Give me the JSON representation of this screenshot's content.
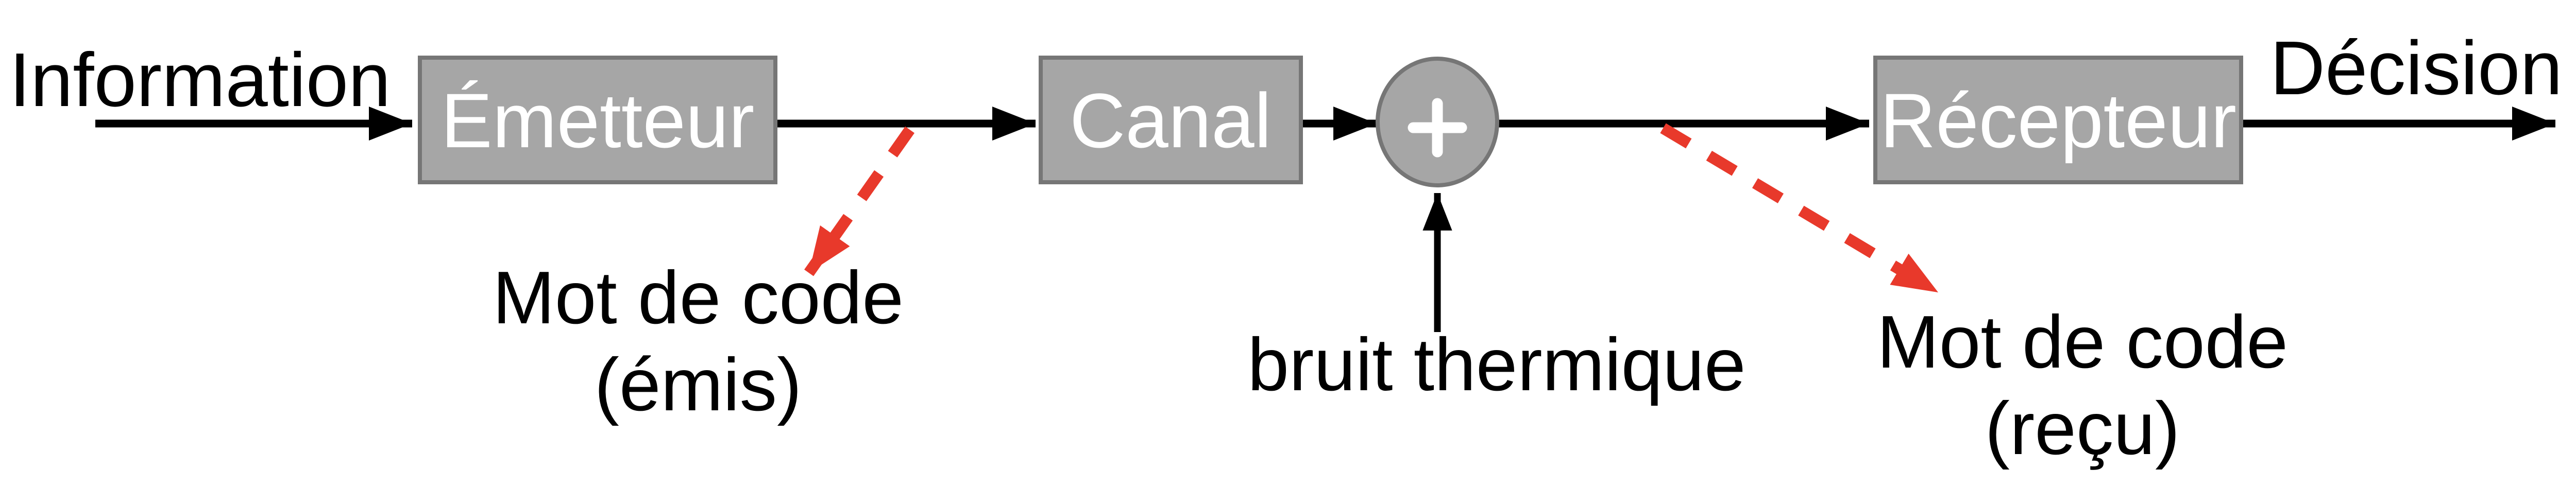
{
  "colors": {
    "background": "#ffffff",
    "box_fill": "#a6a6a6",
    "box_border": "#767676",
    "box_text": "#ffffff",
    "label_text": "#000000",
    "arrow": "#000000",
    "dashed_arrow": "#e8392b"
  },
  "nodes": {
    "emetteur": {
      "label": "Émetteur"
    },
    "canal": {
      "label": "Canal"
    },
    "adder": {
      "symbol": "+"
    },
    "recepteur": {
      "label": "Récepteur"
    }
  },
  "labels": {
    "input": "Information",
    "output": "Décision",
    "codeword_sent": {
      "line1": "Mot de code",
      "line2": "(émis)"
    },
    "noise": "bruit thermique",
    "codeword_received": {
      "line1": "Mot de code",
      "line2": "(reçu)"
    }
  },
  "edges": [
    {
      "from": "information",
      "to": "emetteur",
      "style": "solid-black"
    },
    {
      "from": "emetteur",
      "to": "canal",
      "style": "solid-black"
    },
    {
      "from": "canal",
      "to": "adder",
      "style": "solid-black"
    },
    {
      "from": "adder",
      "to": "recepteur",
      "style": "solid-black"
    },
    {
      "from": "recepteur",
      "to": "decision",
      "style": "solid-black"
    },
    {
      "from": "bruit-thermique",
      "to": "adder",
      "style": "solid-black"
    },
    {
      "from": "emetteur-canal-link",
      "to": "codeword-sent-label",
      "style": "dashed-red"
    },
    {
      "from": "adder-recepteur-link",
      "to": "codeword-received-label",
      "style": "dashed-red"
    }
  ]
}
